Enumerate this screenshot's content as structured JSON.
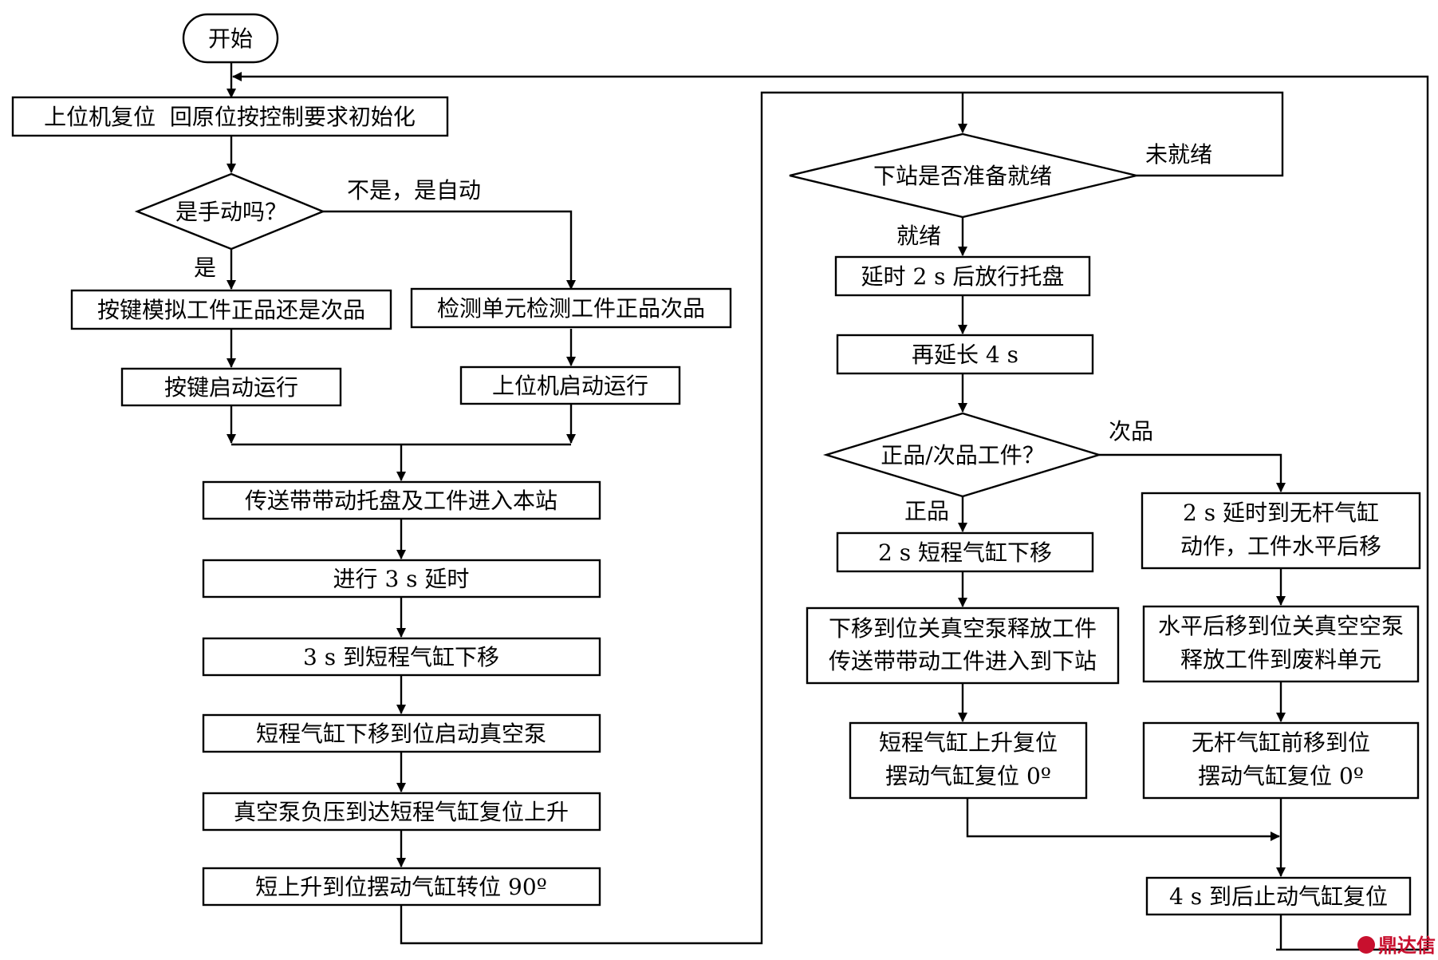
{
  "nodes": {
    "start": "开始",
    "reset": "上位机复位  回原位按控制要求初始化",
    "is_manual": "是手动吗？",
    "key_sim": "按键模拟工件正品还是次品",
    "detect": "检测单元检测工件正品次品",
    "key_start": "按键启动运行",
    "pc_start": "上位机启动运行",
    "conveyor_in": "传送带带动托盘及工件进入本站",
    "delay_3s": "进行 3 s 延时",
    "cyl_down_3s": "3 s 到短程气缸下移",
    "vac_start": "短程气缸下移到位启动真空泵",
    "vac_neg": "真空泵负压到达短程气缸复位上升",
    "swing_90": "短上升到位摆动气缸转位 90º",
    "next_ready": "下站是否准备就绪",
    "delay_2s": "延时 2 s 后放行托盘",
    "extend_4s": "再延长 4 s",
    "good_bad": "正品/次品工件？",
    "cyl_down_2s": "2 s 短程气缸下移",
    "release_1": "下移到位关真空泵释放工件",
    "release_2": "传送带带动工件进入到下站",
    "reset_up_1": "短程气缸上升复位",
    "reset_up_2": "摆动气缸复位 0º",
    "rodless_1": "2 s 延时到无杆气缸",
    "rodless_2": "动作，工件水平后移",
    "waste_1": "水平后移到位关真空空泵",
    "waste_2": "释放工件到废料单元",
    "front_1": "无杆气缸前移到位",
    "front_2": "摆动气缸复位 0º",
    "stop_reset": "4 s 到后止动气缸复位"
  },
  "edges": {
    "no_auto": "不是，是自动",
    "yes": "是",
    "not_ready": "未就绪",
    "ready": "就绪",
    "defective": "次品",
    "good": "正品"
  },
  "watermark": "鼎达信"
}
